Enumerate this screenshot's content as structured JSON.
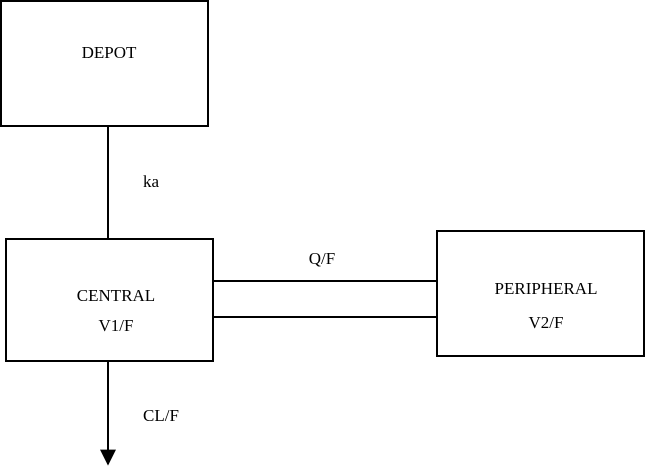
{
  "compartments": {
    "depot": {
      "name": "DEPOT"
    },
    "central": {
      "name": "CENTRAL",
      "volume": "V1/F"
    },
    "peripheral": {
      "name": "PERIPHERAL",
      "volume": "V2/F"
    }
  },
  "rates": {
    "absorption": "ka",
    "intercompartmental": "Q/F",
    "clearance": "CL/F"
  },
  "colors": {
    "line": "#000000",
    "background": "#ffffff"
  }
}
